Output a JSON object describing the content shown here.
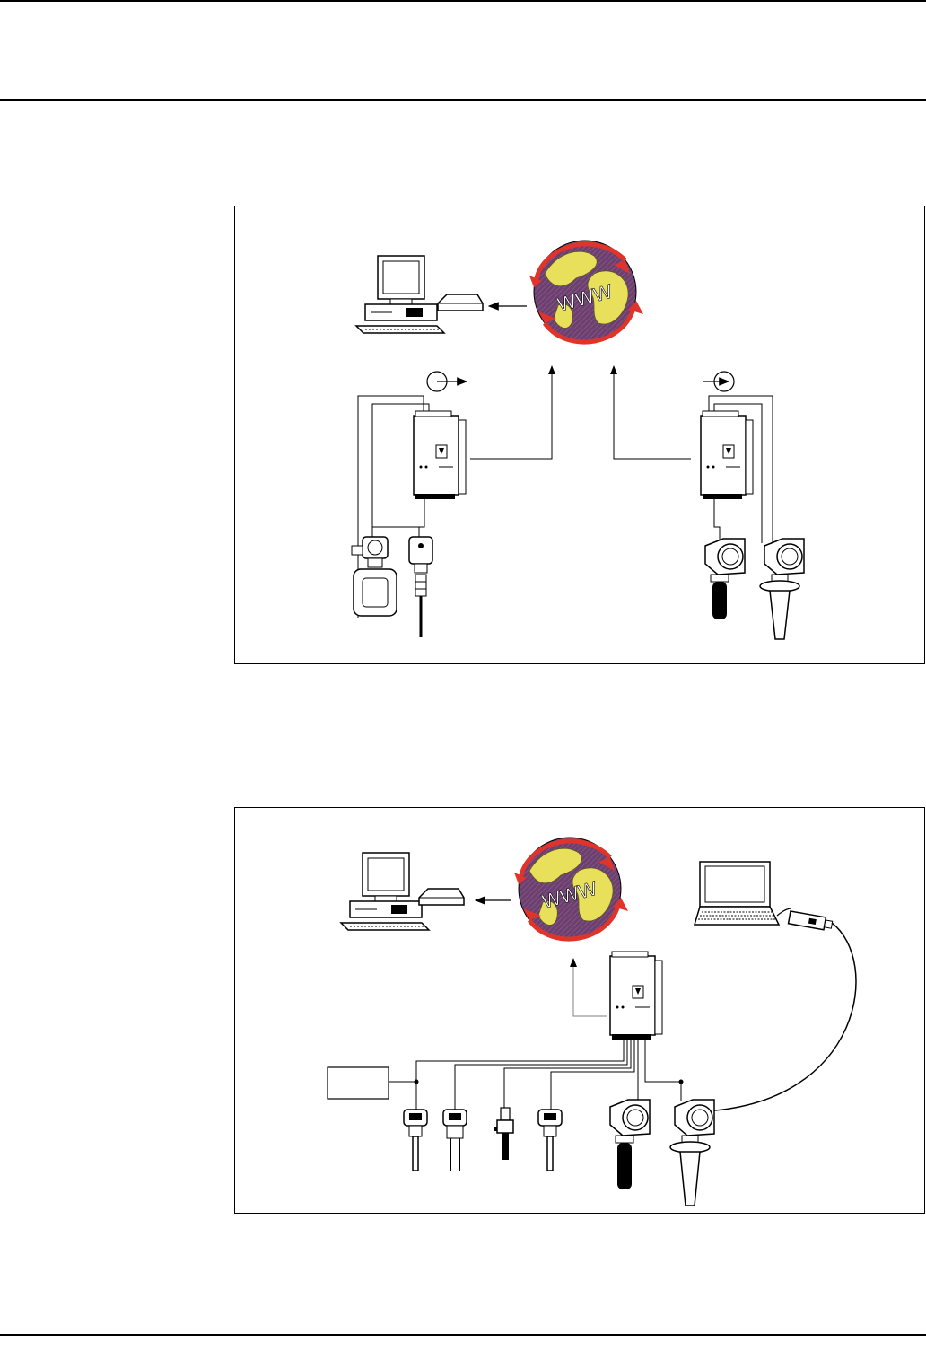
{
  "page": {
    "header_rule_present": true,
    "footer_rule_present": true
  },
  "figures": [
    {
      "id": "figure-top",
      "globe_label": "WWW",
      "icons": [
        "desktop-computer-icon",
        "modem-icon",
        "globe-icon",
        "gateway-device-icon",
        "gateway-device-icon",
        "pressure-transmitter-icon",
        "temperature-sensor-icon",
        "level-transmitter-icon",
        "radar-level-transmitter-icon",
        "signal-in-icon",
        "signal-out-icon"
      ]
    },
    {
      "id": "figure-bottom",
      "globe_label": "WWW",
      "icons": [
        "desktop-computer-icon",
        "modem-icon",
        "globe-icon",
        "laptop-icon",
        "usb-adapter-icon",
        "gateway-device-icon",
        "power-supply-box",
        "level-probe-icon",
        "vibronic-switch-icon",
        "proximity-sensor-icon",
        "level-probe-icon",
        "level-transmitter-icon",
        "radar-level-transmitter-icon"
      ]
    }
  ],
  "colors": {
    "globe_sea": "#6b3f6e",
    "globe_land": "#e8e05a",
    "arrow_red": "#e0342b",
    "line": "#000000",
    "grey_line": "#808080"
  }
}
